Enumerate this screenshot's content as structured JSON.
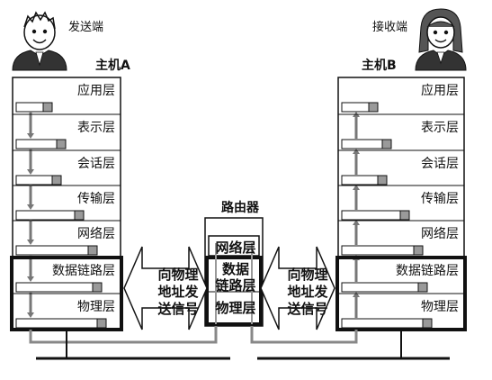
{
  "host_a": {
    "role": "发送端",
    "name": "主机A",
    "layers": [
      "应用层",
      "表示层",
      "会话层",
      "传输层",
      "网络层",
      "数据链路层",
      "物理层"
    ]
  },
  "host_b": {
    "role": "接收端",
    "name": "主机B",
    "layers": [
      "应用层",
      "表示层",
      "会话层",
      "传输层",
      "网络层",
      "数据链路层",
      "物理层"
    ]
  },
  "router": {
    "title": "路由器",
    "layers": [
      "网络层",
      "数据\n链路层",
      "物理层"
    ]
  },
  "arrows": {
    "left": "向物理\n地址发\n送信号",
    "right": "向物理\n地址发\n送信号"
  }
}
